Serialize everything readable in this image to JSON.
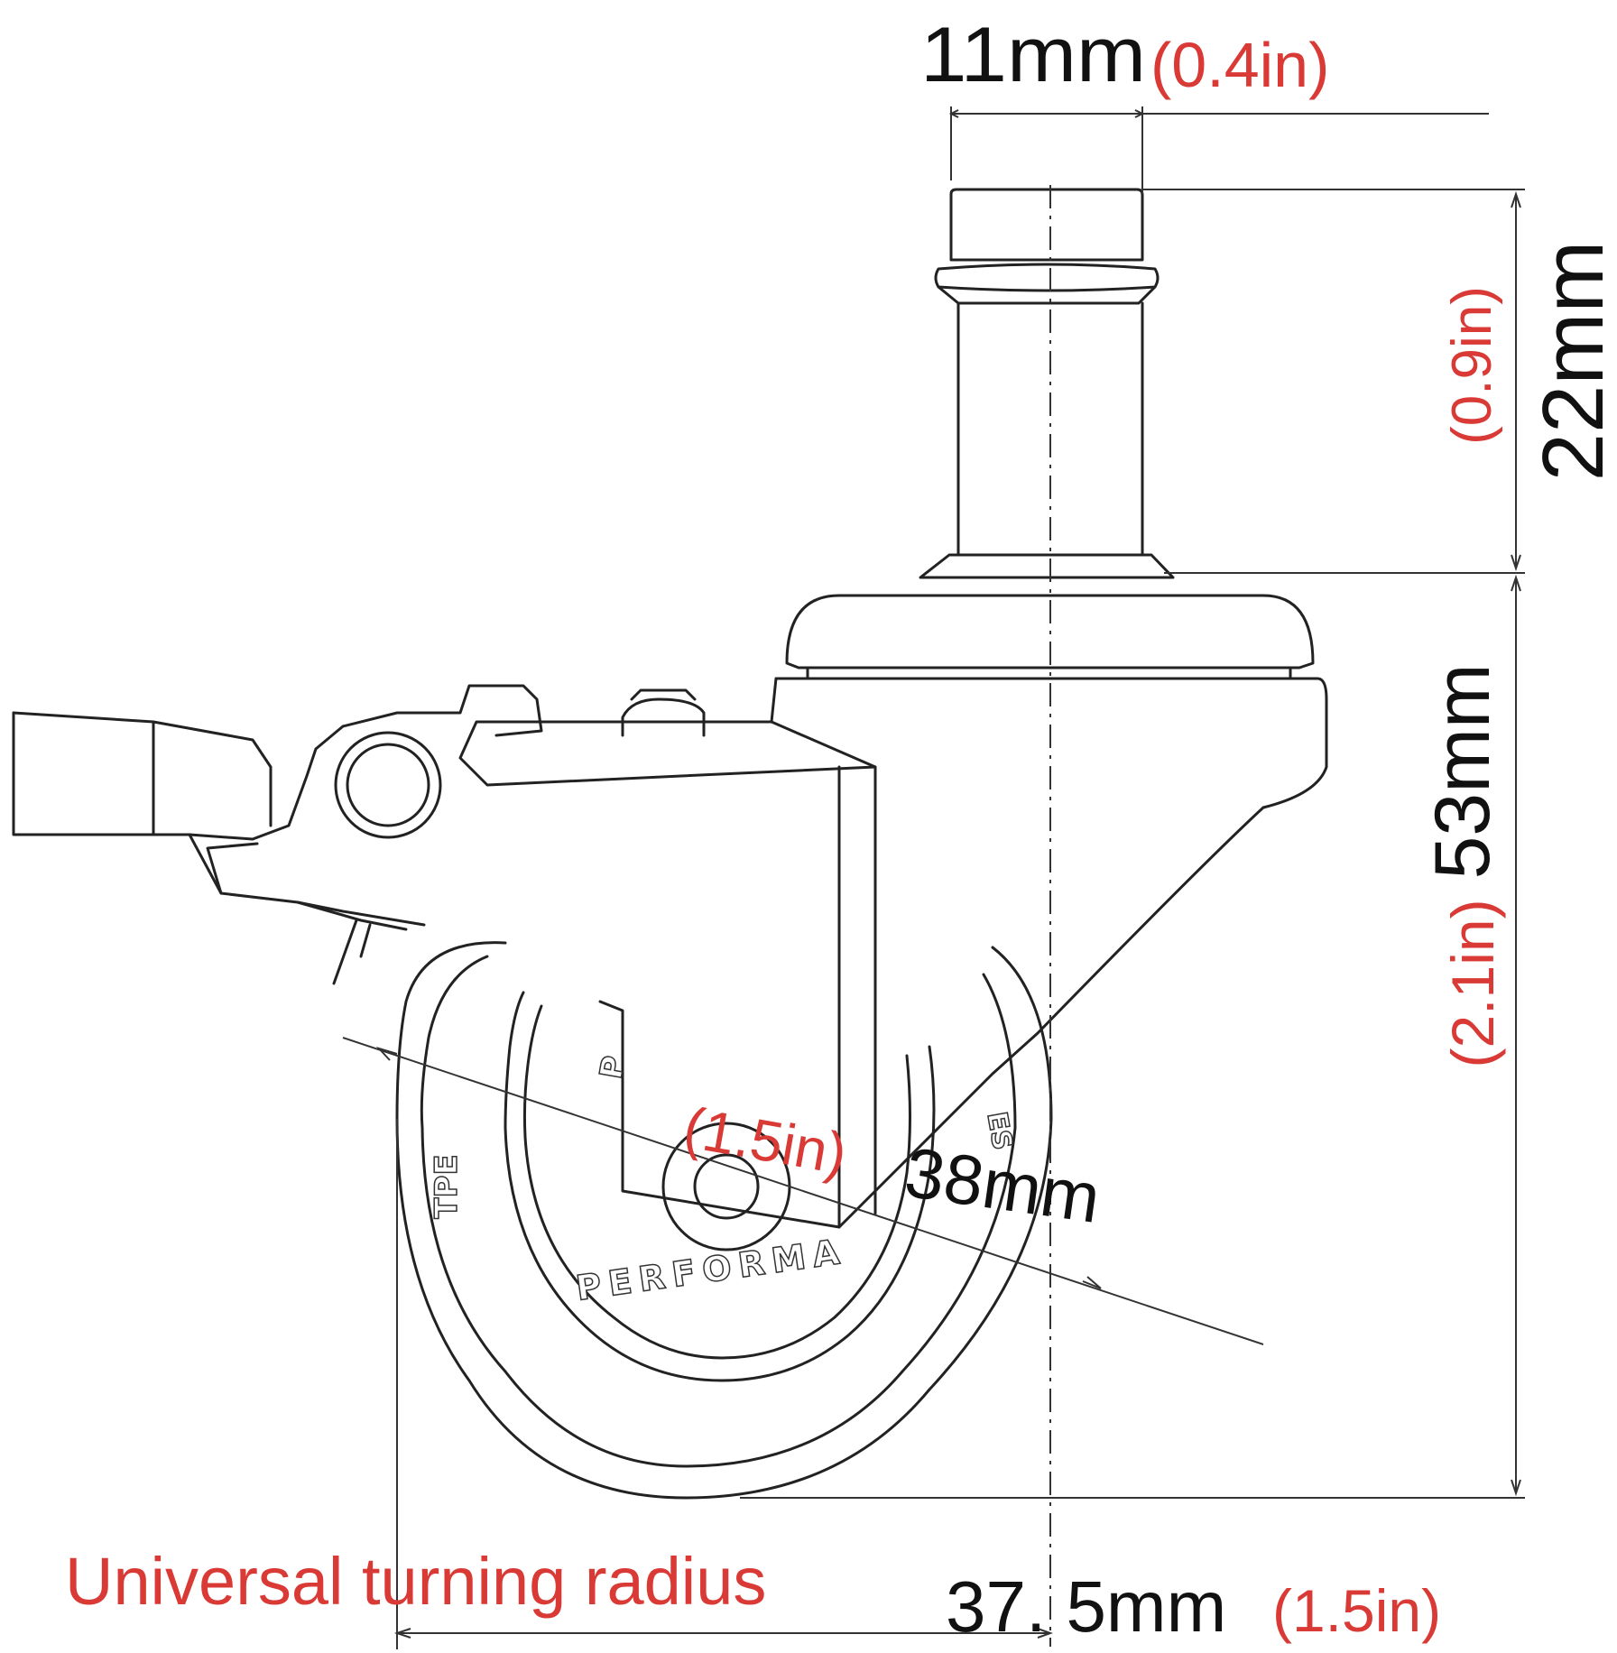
{
  "stem_width": {
    "mm": "11mm",
    "inch": "(0.4in)"
  },
  "stem_height": {
    "mm": "22mm",
    "inch": "(0.9in)"
  },
  "total_height": {
    "mm": "53mm",
    "inch": "(2.1in)"
  },
  "wheel_diameter": {
    "mm": "38mm",
    "inch": "(1.5in)"
  },
  "turning_radius": {
    "label": "Universal turning radius",
    "mm": "37. 5mm",
    "inch": "(1.5in)"
  },
  "tread_text": {
    "left": "TPE",
    "bottom": "PERFORMA",
    "top": "P",
    "right": "ES"
  },
  "colors": {
    "red": "#d93a35",
    "line": "#222222"
  }
}
